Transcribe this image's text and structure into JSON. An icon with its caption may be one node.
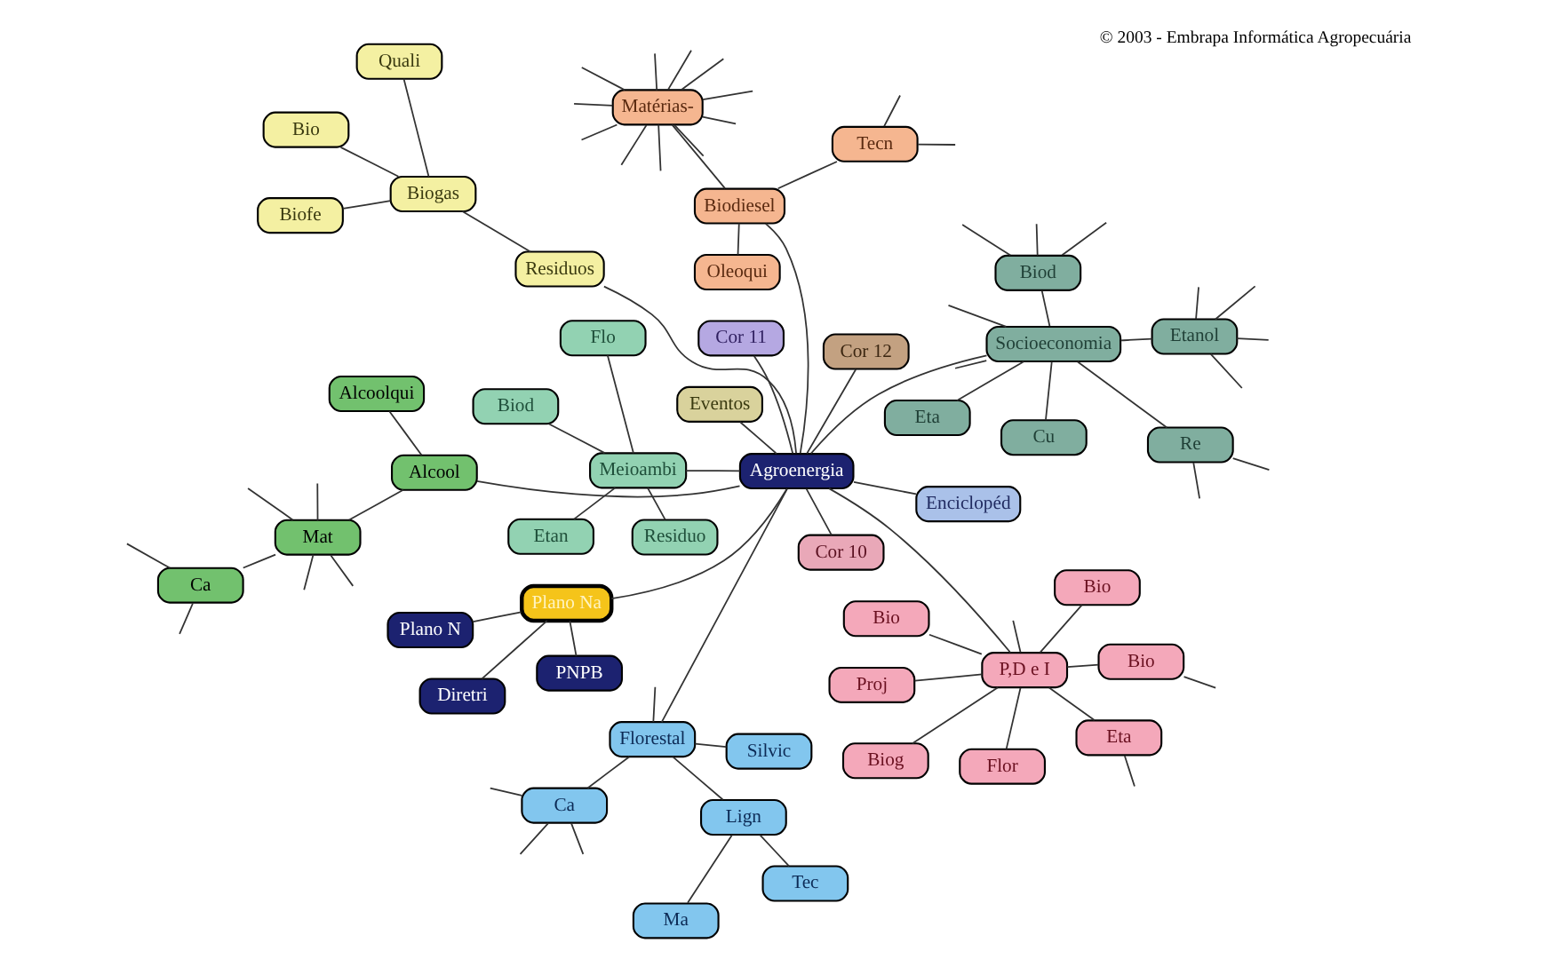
{
  "diagram": {
    "nodes": [
      {
        "text": [
          "Agroenergia"
        ]
      },
      {
        "text": [
          "Eventos"
        ]
      },
      {
        "text": [
          "Plano Na"
        ]
      },
      {
        "text": [
          "Diretri"
        ]
      },
      {
        "text": [
          "Plano N"
        ]
      },
      {
        "text": [
          "PNPB"
        ]
      },
      {
        "text": [
          "Alcool"
        ]
      },
      {
        "text": [
          "Alcoolqui"
        ]
      },
      {
        "text": [
          "Mat"
        ]
      },
      {
        "text": [
          "Ca"
        ]
      },
      {
        "text": [
          "Enciclopéd"
        ]
      },
      {
        "text": [
          "Cor 11"
        ]
      },
      {
        "text": [
          "Socioeconomia"
        ]
      },
      {
        "text": [
          "Cu"
        ]
      },
      {
        "text": [
          "Eta"
        ]
      },
      {
        "text": [
          "Re"
        ]
      },
      {
        "text": [
          "Biod"
        ]
      },
      {
        "text": [
          "Etanol"
        ]
      },
      {
        "text": [
          "Residuos"
        ]
      },
      {
        "text": [
          "Biogas"
        ]
      },
      {
        "text": [
          "Quali"
        ]
      },
      {
        "text": [
          "Bio"
        ]
      },
      {
        "text": [
          "Biofe"
        ]
      },
      {
        "text": [
          "Meioambi"
        ]
      },
      {
        "text": [
          "Residuo"
        ]
      },
      {
        "text": [
          "Flo"
        ]
      },
      {
        "text": [
          "Etan"
        ]
      },
      {
        "text": [
          "Biod"
        ]
      },
      {
        "text": [
          "Cor 12"
        ]
      },
      {
        "text": [
          "Florestal"
        ]
      },
      {
        "text": [
          "Silvic"
        ]
      },
      {
        "text": [
          "Ca"
        ]
      },
      {
        "text": [
          "Lign"
        ]
      },
      {
        "text": [
          "Ma"
        ]
      },
      {
        "text": [
          "Tec"
        ]
      },
      {
        "text": [
          "Cor 10"
        ]
      },
      {
        "text": [
          "P,D e I"
        ]
      },
      {
        "text": [
          "Proj"
        ]
      },
      {
        "text": [
          "Bio"
        ]
      },
      {
        "text": [
          "Bio"
        ]
      },
      {
        "text": [
          "Eta"
        ]
      },
      {
        "text": [
          "Biog"
        ]
      },
      {
        "text": [
          "Bio"
        ]
      },
      {
        "text": [
          "Flor"
        ]
      },
      {
        "text": [
          "Biodiesel"
        ]
      },
      {
        "text": [
          "Oleoqui"
        ]
      },
      {
        "text": [
          "Tecn"
        ]
      },
      {
        "text": [
          "Matérias-"
        ]
      }
    ],
    "edges": [
      {
        "from": 0,
        "to": 1,
        "arrow": "none"
      },
      {
        "from": 0,
        "to": 2,
        "arrow": "none"
      },
      {
        "from": 2,
        "to": 3,
        "arrow": "none"
      },
      {
        "from": 2,
        "to": 4,
        "arrow": "none"
      },
      {
        "from": 2,
        "to": 5,
        "arrow": "none"
      },
      {
        "from": 0,
        "to": 6,
        "arrow": "none"
      },
      {
        "from": 6,
        "to": 7,
        "arrow": "none"
      },
      {
        "from": 6,
        "to": 8,
        "arrow": "none"
      },
      {
        "from": 8,
        "to": 9,
        "arrow": "none"
      },
      {
        "from": 8,
        "to": null,
        "arrow": "none"
      },
      {
        "from": 8,
        "to": null,
        "arrow": "none"
      },
      {
        "from": 8,
        "to": null,
        "arrow": "none"
      },
      {
        "from": 8,
        "to": null,
        "arrow": "none"
      },
      {
        "from": 9,
        "to": null,
        "arrow": "none"
      },
      {
        "from": 9,
        "to": null,
        "arrow": "none"
      },
      {
        "from": 0,
        "to": 10,
        "arrow": "none"
      },
      {
        "from": 0,
        "to": 11,
        "arrow": "none"
      },
      {
        "from": 0,
        "to": 12,
        "arrow": "none"
      },
      {
        "from": 12,
        "to": 13,
        "arrow": "none"
      },
      {
        "from": 12,
        "to": 14,
        "arrow": "none"
      },
      {
        "from": 12,
        "to": 15,
        "arrow": "none"
      },
      {
        "from": 15,
        "to": null,
        "arrow": "none"
      },
      {
        "from": 15,
        "to": null,
        "arrow": "none"
      },
      {
        "from": 12,
        "to": null,
        "arrow": "none"
      },
      {
        "from": 12,
        "to": null,
        "arrow": "none"
      },
      {
        "from": 12,
        "to": 16,
        "arrow": "none"
      },
      {
        "from": 16,
        "to": null,
        "arrow": "none"
      },
      {
        "from": 16,
        "to": null,
        "arrow": "none"
      },
      {
        "from": 16,
        "to": null,
        "arrow": "none"
      },
      {
        "from": 12,
        "to": 17,
        "arrow": "none"
      },
      {
        "from": 17,
        "to": null,
        "arrow": "none"
      },
      {
        "from": 17,
        "to": null,
        "arrow": "none"
      },
      {
        "from": 17,
        "to": null,
        "arrow": "none"
      },
      {
        "from": 17,
        "to": null,
        "arrow": "none"
      },
      {
        "from": 0,
        "to": 18,
        "arrow": "none"
      },
      {
        "from": 18,
        "to": 19,
        "arrow": "none"
      },
      {
        "from": 19,
        "to": 20,
        "arrow": "none"
      },
      {
        "from": 19,
        "to": 21,
        "arrow": "none"
      },
      {
        "from": 19,
        "to": 22,
        "arrow": "none"
      },
      {
        "from": 0,
        "to": 23,
        "arrow": "none"
      },
      {
        "from": 23,
        "to": 24,
        "arrow": "none"
      },
      {
        "from": 23,
        "to": 25,
        "arrow": "none"
      },
      {
        "from": 23,
        "to": 26,
        "arrow": "none"
      },
      {
        "from": 23,
        "to": 27,
        "arrow": "none"
      },
      {
        "from": 0,
        "to": 28,
        "arrow": "none"
      },
      {
        "from": 0,
        "to": 29,
        "arrow": "none"
      },
      {
        "from": 29,
        "to": 30,
        "arrow": "none"
      },
      {
        "from": 29,
        "to": null,
        "arrow": "none"
      },
      {
        "from": 29,
        "to": 31,
        "arrow": "none"
      },
      {
        "from": 31,
        "to": null,
        "arrow": "none"
      },
      {
        "from": 31,
        "to": null,
        "arrow": "none"
      },
      {
        "from": 31,
        "to": null,
        "arrow": "none"
      },
      {
        "from": 29,
        "to": 32,
        "arrow": "none"
      },
      {
        "from": 32,
        "to": 33,
        "arrow": "none"
      },
      {
        "from": 32,
        "to": 34,
        "arrow": "none"
      },
      {
        "from": 0,
        "to": 35,
        "arrow": "none"
      },
      {
        "from": 0,
        "to": 36,
        "arrow": "none"
      },
      {
        "from": 36,
        "to": 37,
        "arrow": "none"
      },
      {
        "from": 36,
        "to": 38,
        "arrow": "none"
      },
      {
        "from": 38,
        "to": null,
        "arrow": "none"
      },
      {
        "from": 36,
        "to": 39,
        "arrow": "none"
      },
      {
        "from": 36,
        "to": null,
        "arrow": "none"
      },
      {
        "from": 36,
        "to": 40,
        "arrow": "none"
      },
      {
        "from": 40,
        "to": null,
        "arrow": "none"
      },
      {
        "from": 36,
        "to": 41,
        "arrow": "none"
      },
      {
        "from": 36,
        "to": 42,
        "arrow": "none"
      },
      {
        "from": 36,
        "to": 43,
        "arrow": "none"
      },
      {
        "from": 0,
        "to": 44,
        "arrow": "none"
      },
      {
        "from": 44,
        "to": 45,
        "arrow": "none"
      },
      {
        "from": 44,
        "to": 46,
        "arrow": "none"
      },
      {
        "from": 46,
        "to": null,
        "arrow": "none"
      },
      {
        "from": 46,
        "to": null,
        "arrow": "none"
      },
      {
        "from": 44,
        "to": 47,
        "arrow": "none"
      },
      {
        "from": 47,
        "to": null,
        "arrow": "none"
      },
      {
        "from": 47,
        "to": null,
        "arrow": "none"
      },
      {
        "from": 47,
        "to": null,
        "arrow": "none"
      },
      {
        "from": 47,
        "to": null,
        "arrow": "none"
      },
      {
        "from": 47,
        "to": null,
        "arrow": "none"
      },
      {
        "from": 47,
        "to": null,
        "arrow": "none"
      },
      {
        "from": 47,
        "to": null,
        "arrow": "none"
      },
      {
        "from": 47,
        "to": null,
        "arrow": "none"
      },
      {
        "from": 47,
        "to": null,
        "arrow": "none"
      },
      {
        "from": 47,
        "to": null,
        "arrow": "none"
      },
      {
        "from": 47,
        "to": null,
        "arrow": "none"
      }
    ],
    "labels": [
      "© 2003 - Embrapa Informática Agropecuária"
    ]
  }
}
